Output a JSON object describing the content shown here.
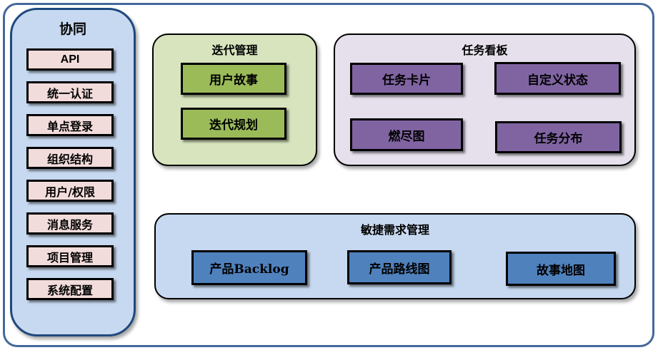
{
  "diagram": {
    "sidebar": {
      "title": "协同",
      "items": [
        "API",
        "统一认证",
        "单点登录",
        "组织结构",
        "用户/权限",
        "消息服务",
        "项目管理",
        "系统配置"
      ]
    },
    "iteration_panel": {
      "title": "迭代管理",
      "items": [
        "用户故事",
        "迭代规划"
      ]
    },
    "kanban_panel": {
      "title": "任务看板",
      "items": [
        "任务卡片",
        "自定义状态",
        "燃尽图",
        "任务分布"
      ]
    },
    "requirements_panel": {
      "title": "敏捷需求管理",
      "items": [
        "产品Backlog",
        "产品路线图",
        "故事地图"
      ]
    },
    "colors": {
      "outer_frame_border": "#44689b",
      "sidebar_fill": "#c7d9f0",
      "sidebar_border": "#1f497d",
      "sidebar_item_fill": "#f2dcdb",
      "iteration_panel_fill": "#d7e4bd",
      "iteration_box_fill": "#9bbb59",
      "kanban_panel_fill": "#e6e0ec",
      "kanban_box_fill": "#8064a2",
      "requirements_panel_fill": "#c7d9f0",
      "requirements_box_fill": "#4f81bd",
      "box_border": "#000000",
      "text": "#000000"
    }
  }
}
